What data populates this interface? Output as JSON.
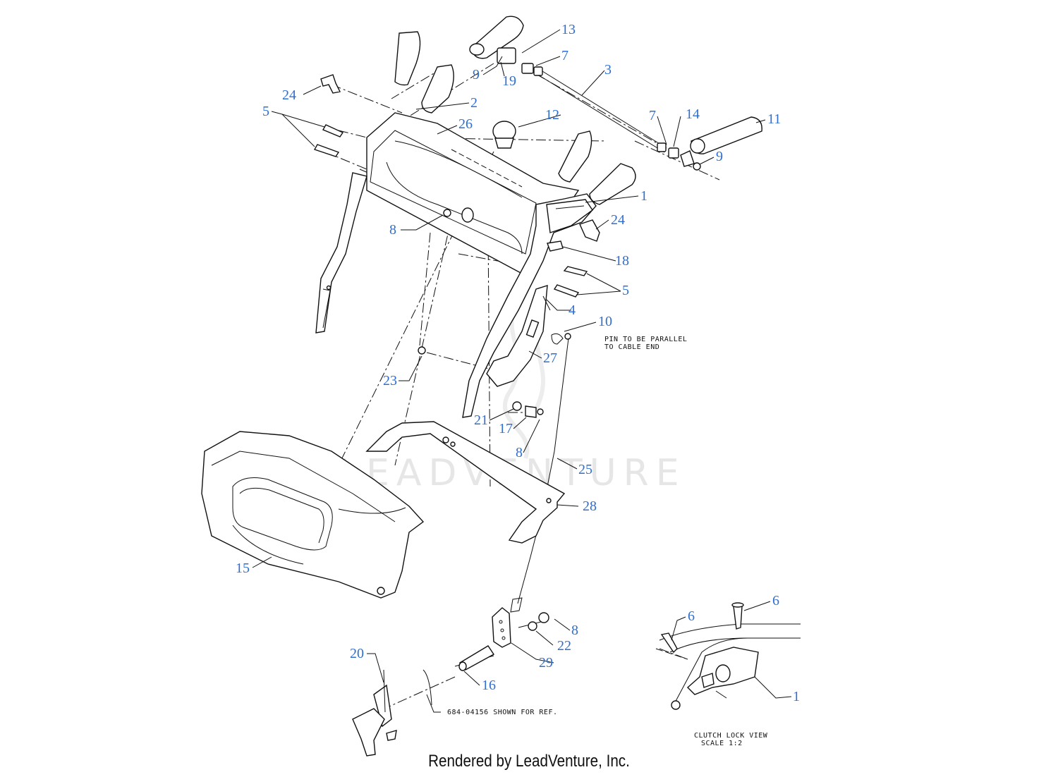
{
  "watermark": "LEADVENTURE",
  "callouts": [
    {
      "n": "13"
    },
    {
      "n": "7"
    },
    {
      "n": "9"
    },
    {
      "n": "19"
    },
    {
      "n": "3"
    },
    {
      "n": "24"
    },
    {
      "n": "2"
    },
    {
      "n": "12"
    },
    {
      "n": "5"
    },
    {
      "n": "26"
    },
    {
      "n": "7"
    },
    {
      "n": "14"
    },
    {
      "n": "11"
    },
    {
      "n": "9"
    },
    {
      "n": "1"
    },
    {
      "n": "24"
    },
    {
      "n": "8"
    },
    {
      "n": "18"
    },
    {
      "n": "5"
    },
    {
      "n": "4"
    },
    {
      "n": "10"
    },
    {
      "n": "27"
    },
    {
      "n": "23"
    },
    {
      "n": "21"
    },
    {
      "n": "17"
    },
    {
      "n": "8"
    },
    {
      "n": "25"
    },
    {
      "n": "28"
    },
    {
      "n": "15"
    },
    {
      "n": "6"
    },
    {
      "n": "6"
    },
    {
      "n": "8"
    },
    {
      "n": "22"
    },
    {
      "n": "29"
    },
    {
      "n": "20"
    },
    {
      "n": "16"
    },
    {
      "n": "1"
    }
  ],
  "notes": {
    "pin_line1": "PIN TO BE PARALLEL",
    "pin_line2": "TO CABLE END",
    "ref": "684-04156 SHOWN FOR REF.",
    "view_title": "CLUTCH LOCK VIEW",
    "view_scale": "SCALE 1:2"
  },
  "footer": "Rendered by LeadVenture, Inc."
}
